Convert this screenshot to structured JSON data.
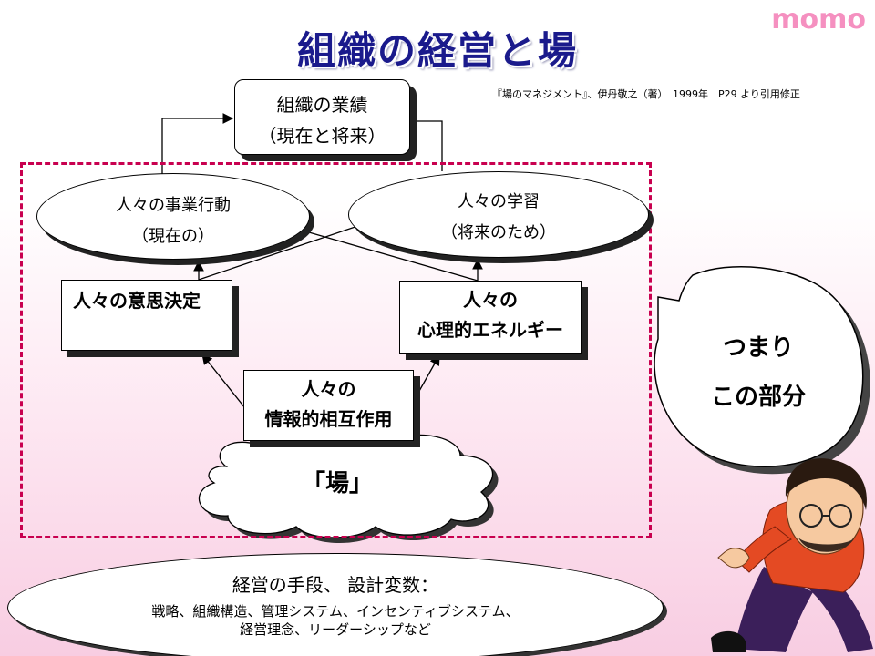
{
  "brand": "momo",
  "title": "組織の経営と場",
  "citation": "『場のマネジメント』、伊丹敬之（著）　1999年　P29 より引用修正",
  "nodes": {
    "performance": {
      "line1": "組織の業績",
      "line2": "（現在と将来）"
    },
    "action": {
      "line1": "人々の事業行動",
      "line2": "（現在の）"
    },
    "learning": {
      "line1": "人々の学習",
      "line2": "（将来のため）"
    },
    "decision": {
      "line1": "人々の意思決定"
    },
    "energy": {
      "line1": "人々の",
      "line2": "心理的エネルギー"
    },
    "interaction": {
      "line1": "人々の",
      "line2": "情報的相互作用"
    },
    "ba": {
      "label": "「場」"
    }
  },
  "callout": {
    "line1": "つまり",
    "line2": "この部分"
  },
  "means": {
    "title": "経営の手段、 設計変数：",
    "line1": "戦略、組織構造、管理システム、インセンティブシステム、",
    "line2": "経営理念、リーダーシップなど"
  },
  "colors": {
    "title": "#1a1a8c",
    "brand": "#f590c0",
    "frame": "#c8004f"
  }
}
